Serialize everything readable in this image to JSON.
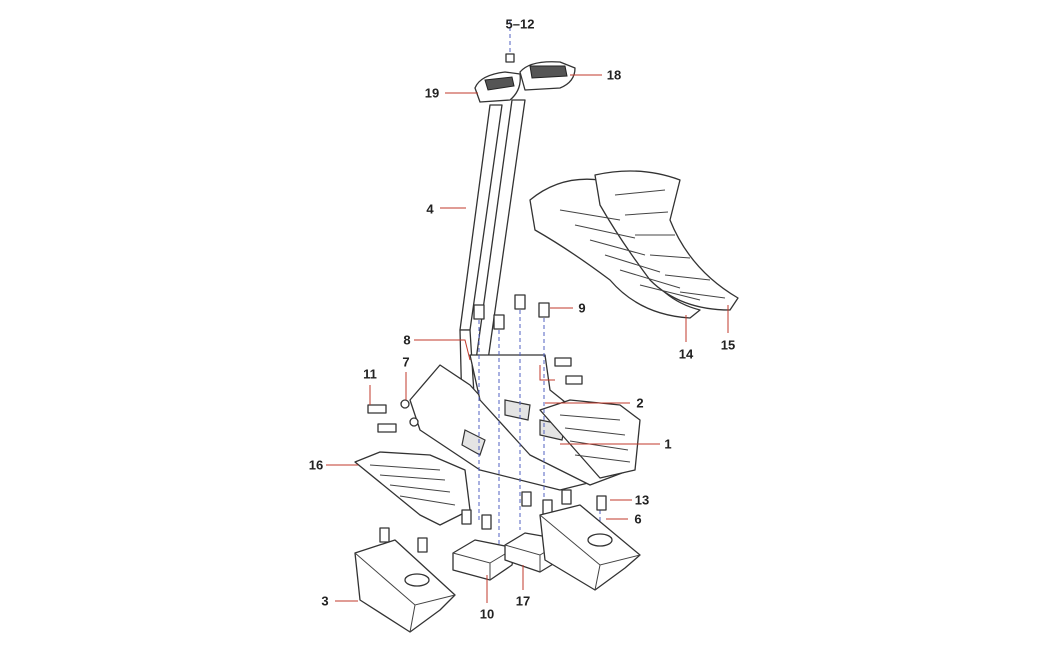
{
  "diagram": {
    "callouts": [
      {
        "id": "c5-12",
        "text": "5–12"
      },
      {
        "id": "c18",
        "text": "18"
      },
      {
        "id": "c19",
        "text": "19"
      },
      {
        "id": "c4",
        "text": "4"
      },
      {
        "id": "c9",
        "text": "9"
      },
      {
        "id": "c8",
        "text": "8"
      },
      {
        "id": "c7",
        "text": "7"
      },
      {
        "id": "c11",
        "text": "11"
      },
      {
        "id": "c2",
        "text": "2"
      },
      {
        "id": "c1",
        "text": "1"
      },
      {
        "id": "c16",
        "text": "16"
      },
      {
        "id": "c13",
        "text": "13"
      },
      {
        "id": "c6",
        "text": "6"
      },
      {
        "id": "c3",
        "text": "3"
      },
      {
        "id": "c10",
        "text": "10"
      },
      {
        "id": "c17",
        "text": "17"
      },
      {
        "id": "c14",
        "text": "14"
      },
      {
        "id": "c15",
        "text": "15"
      }
    ],
    "colors": {
      "leader": "#c0392b",
      "axis": "#5060c0",
      "line": "#333333"
    }
  }
}
